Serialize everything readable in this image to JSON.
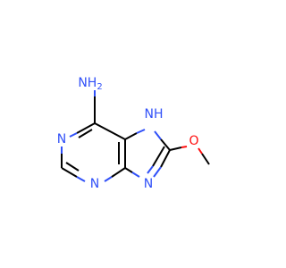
{
  "molecule": {
    "atoms": {
      "amine": "NH2",
      "n1": "N",
      "n3": "N",
      "n9": "N",
      "n7": "NH",
      "oxygen": "O"
    },
    "colors": {
      "nitrogen": "#3050F8",
      "oxygen": "#FF0D0D",
      "carbon": "#000000"
    }
  }
}
